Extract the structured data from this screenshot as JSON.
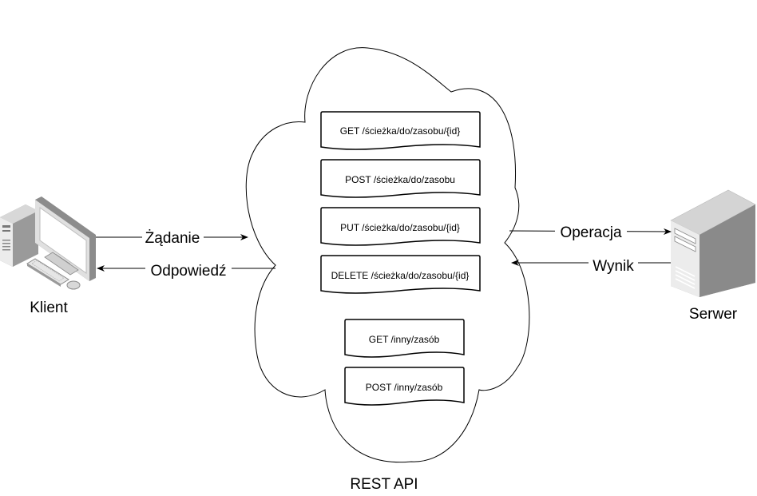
{
  "client": {
    "label": "Klient",
    "icon": "desktop-computer-icon"
  },
  "server": {
    "label": "Serwer",
    "icon": "server-tower-icon"
  },
  "cloud": {
    "label": "REST API"
  },
  "arrows": {
    "request": "Żądanie",
    "response": "Odpowiedź",
    "operation": "Operacja",
    "result": "Wynik"
  },
  "endpoints": [
    "GET /ścieżka/do/zasobu/{id}",
    "POST /ścieżka/do/zasobu",
    "PUT /ścieżka/do/zasobu/{id}",
    "DELETE /ścieżka/do/zasobu/{id}",
    "GET /inny/zasób",
    "POST /inny/zasób"
  ],
  "colors": {
    "stroke": "#000000",
    "background": "#ffffff",
    "device_light": "#e6e6e6",
    "device_mid": "#c8c8c8",
    "device_dark": "#8c8c8c"
  }
}
